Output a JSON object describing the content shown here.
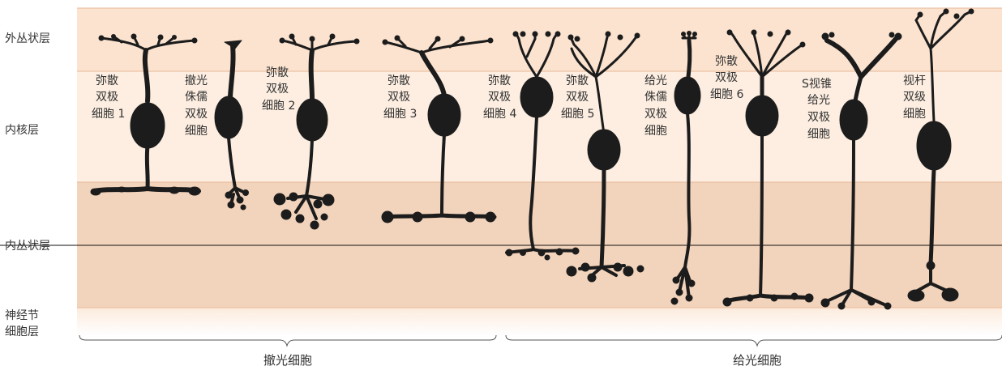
{
  "layers": [
    {
      "name": "外丛状层"
    },
    {
      "name": "内核层"
    },
    {
      "name": "内丛状层"
    },
    {
      "name": "神经节",
      "name2": "细胞层"
    }
  ],
  "cells": [
    {
      "l1": "弥散",
      "l2": "双极",
      "l3": "细胞 1",
      "l4": ""
    },
    {
      "l1": "撤光",
      "l2": "侏儒",
      "l3": "双极",
      "l4": "细胞"
    },
    {
      "l1": "弥散",
      "l2": "双极",
      "l3": "细胞 2",
      "l4": ""
    },
    {
      "l1": "弥散",
      "l2": "双极",
      "l3": "细胞 3",
      "l4": ""
    },
    {
      "l1": "弥散",
      "l2": "双极",
      "l3": "细胞 4",
      "l4": ""
    },
    {
      "l1": "弥散",
      "l2": "双极",
      "l3": "细胞 5",
      "l4": ""
    },
    {
      "l1": "给光",
      "l2": "侏儒",
      "l3": "双极",
      "l4": "细胞"
    },
    {
      "l1": "弥散",
      "l2": "双极",
      "l3": "细胞 6",
      "l4": ""
    },
    {
      "l1": "S视锥",
      "l2": "给光",
      "l3": "双极",
      "l4": "细胞"
    },
    {
      "l1": "视杆",
      "l2": "双级",
      "l3": "细胞",
      "l4": ""
    }
  ],
  "groups": [
    {
      "label": "撤光细胞"
    },
    {
      "label": "给光细胞"
    }
  ],
  "colors": {
    "opl": "#fbe3cf",
    "inl": "#fdeee1",
    "ipl": "#f2d3bb",
    "gcl": "#fdf0e6",
    "line": "#e8b898",
    "cell": "#1c1c1c",
    "bracket": "#555555"
  }
}
